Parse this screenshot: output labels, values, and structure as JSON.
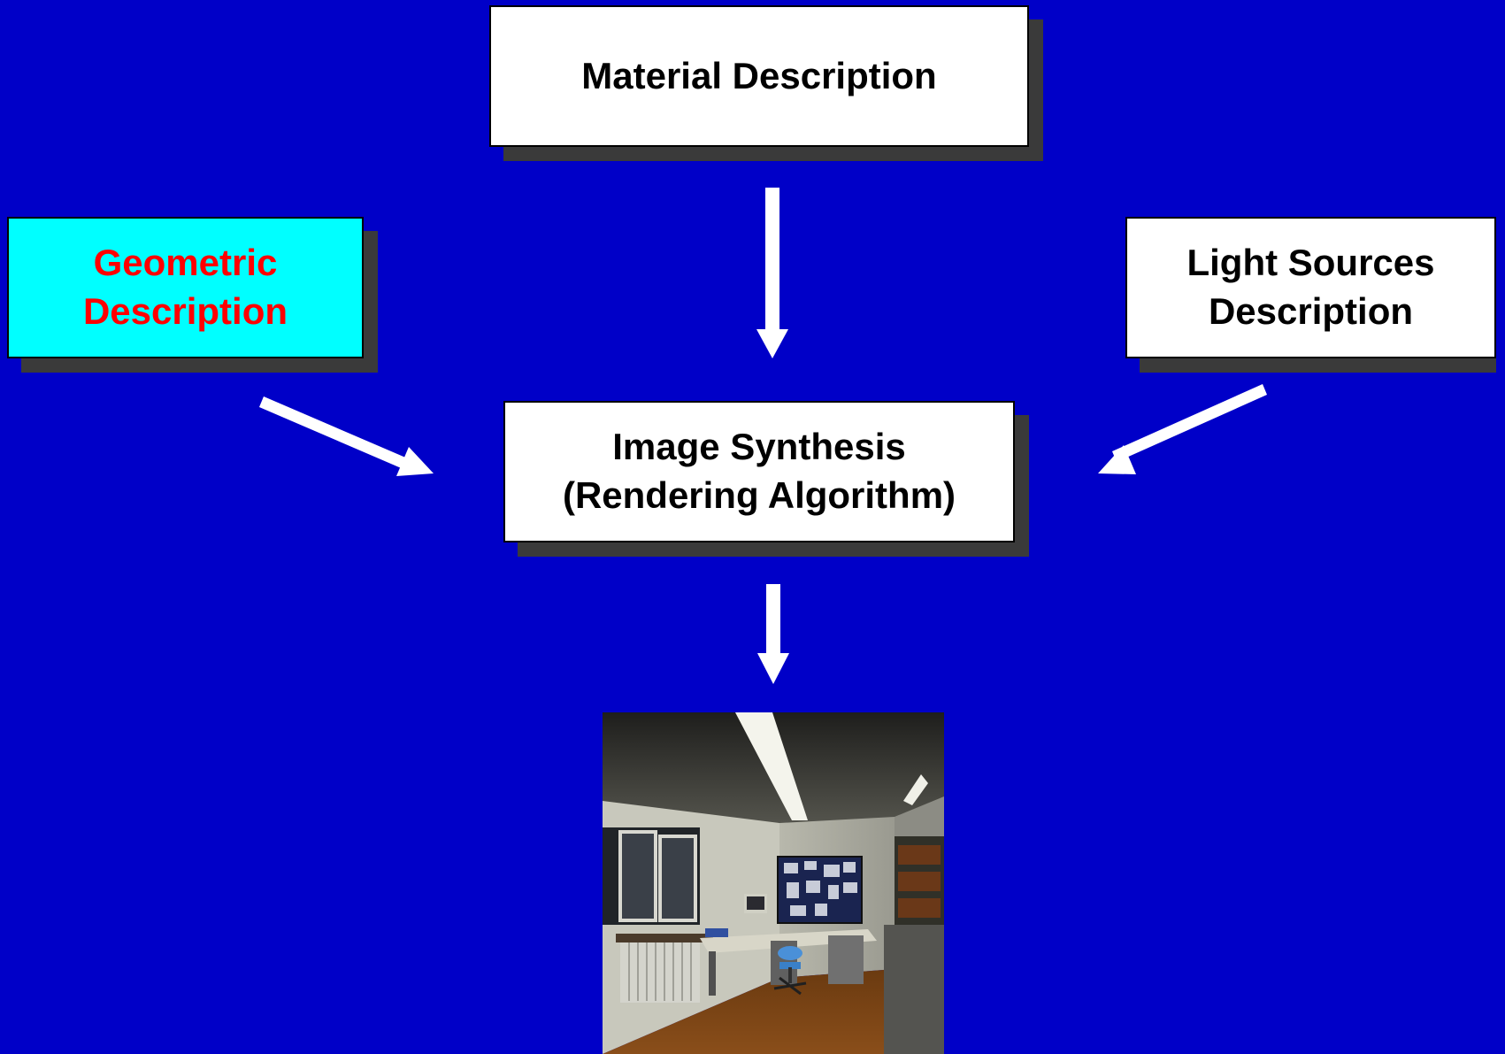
{
  "boxes": {
    "material": "Material Description",
    "geometric_line1": "Geometric",
    "geometric_line2": "Description",
    "light_line1": "Light Sources",
    "light_line2": "Description",
    "synthesis_line1": "Image Synthesis",
    "synthesis_line2": "(Rendering Algorithm)"
  },
  "colors": {
    "background": "#0000c8",
    "box_fill": "#ffffff",
    "geometric_fill": "#00ffff",
    "geometric_text": "#ff0000",
    "arrow": "#ffffff"
  },
  "output_image": "rendered-office-scene"
}
